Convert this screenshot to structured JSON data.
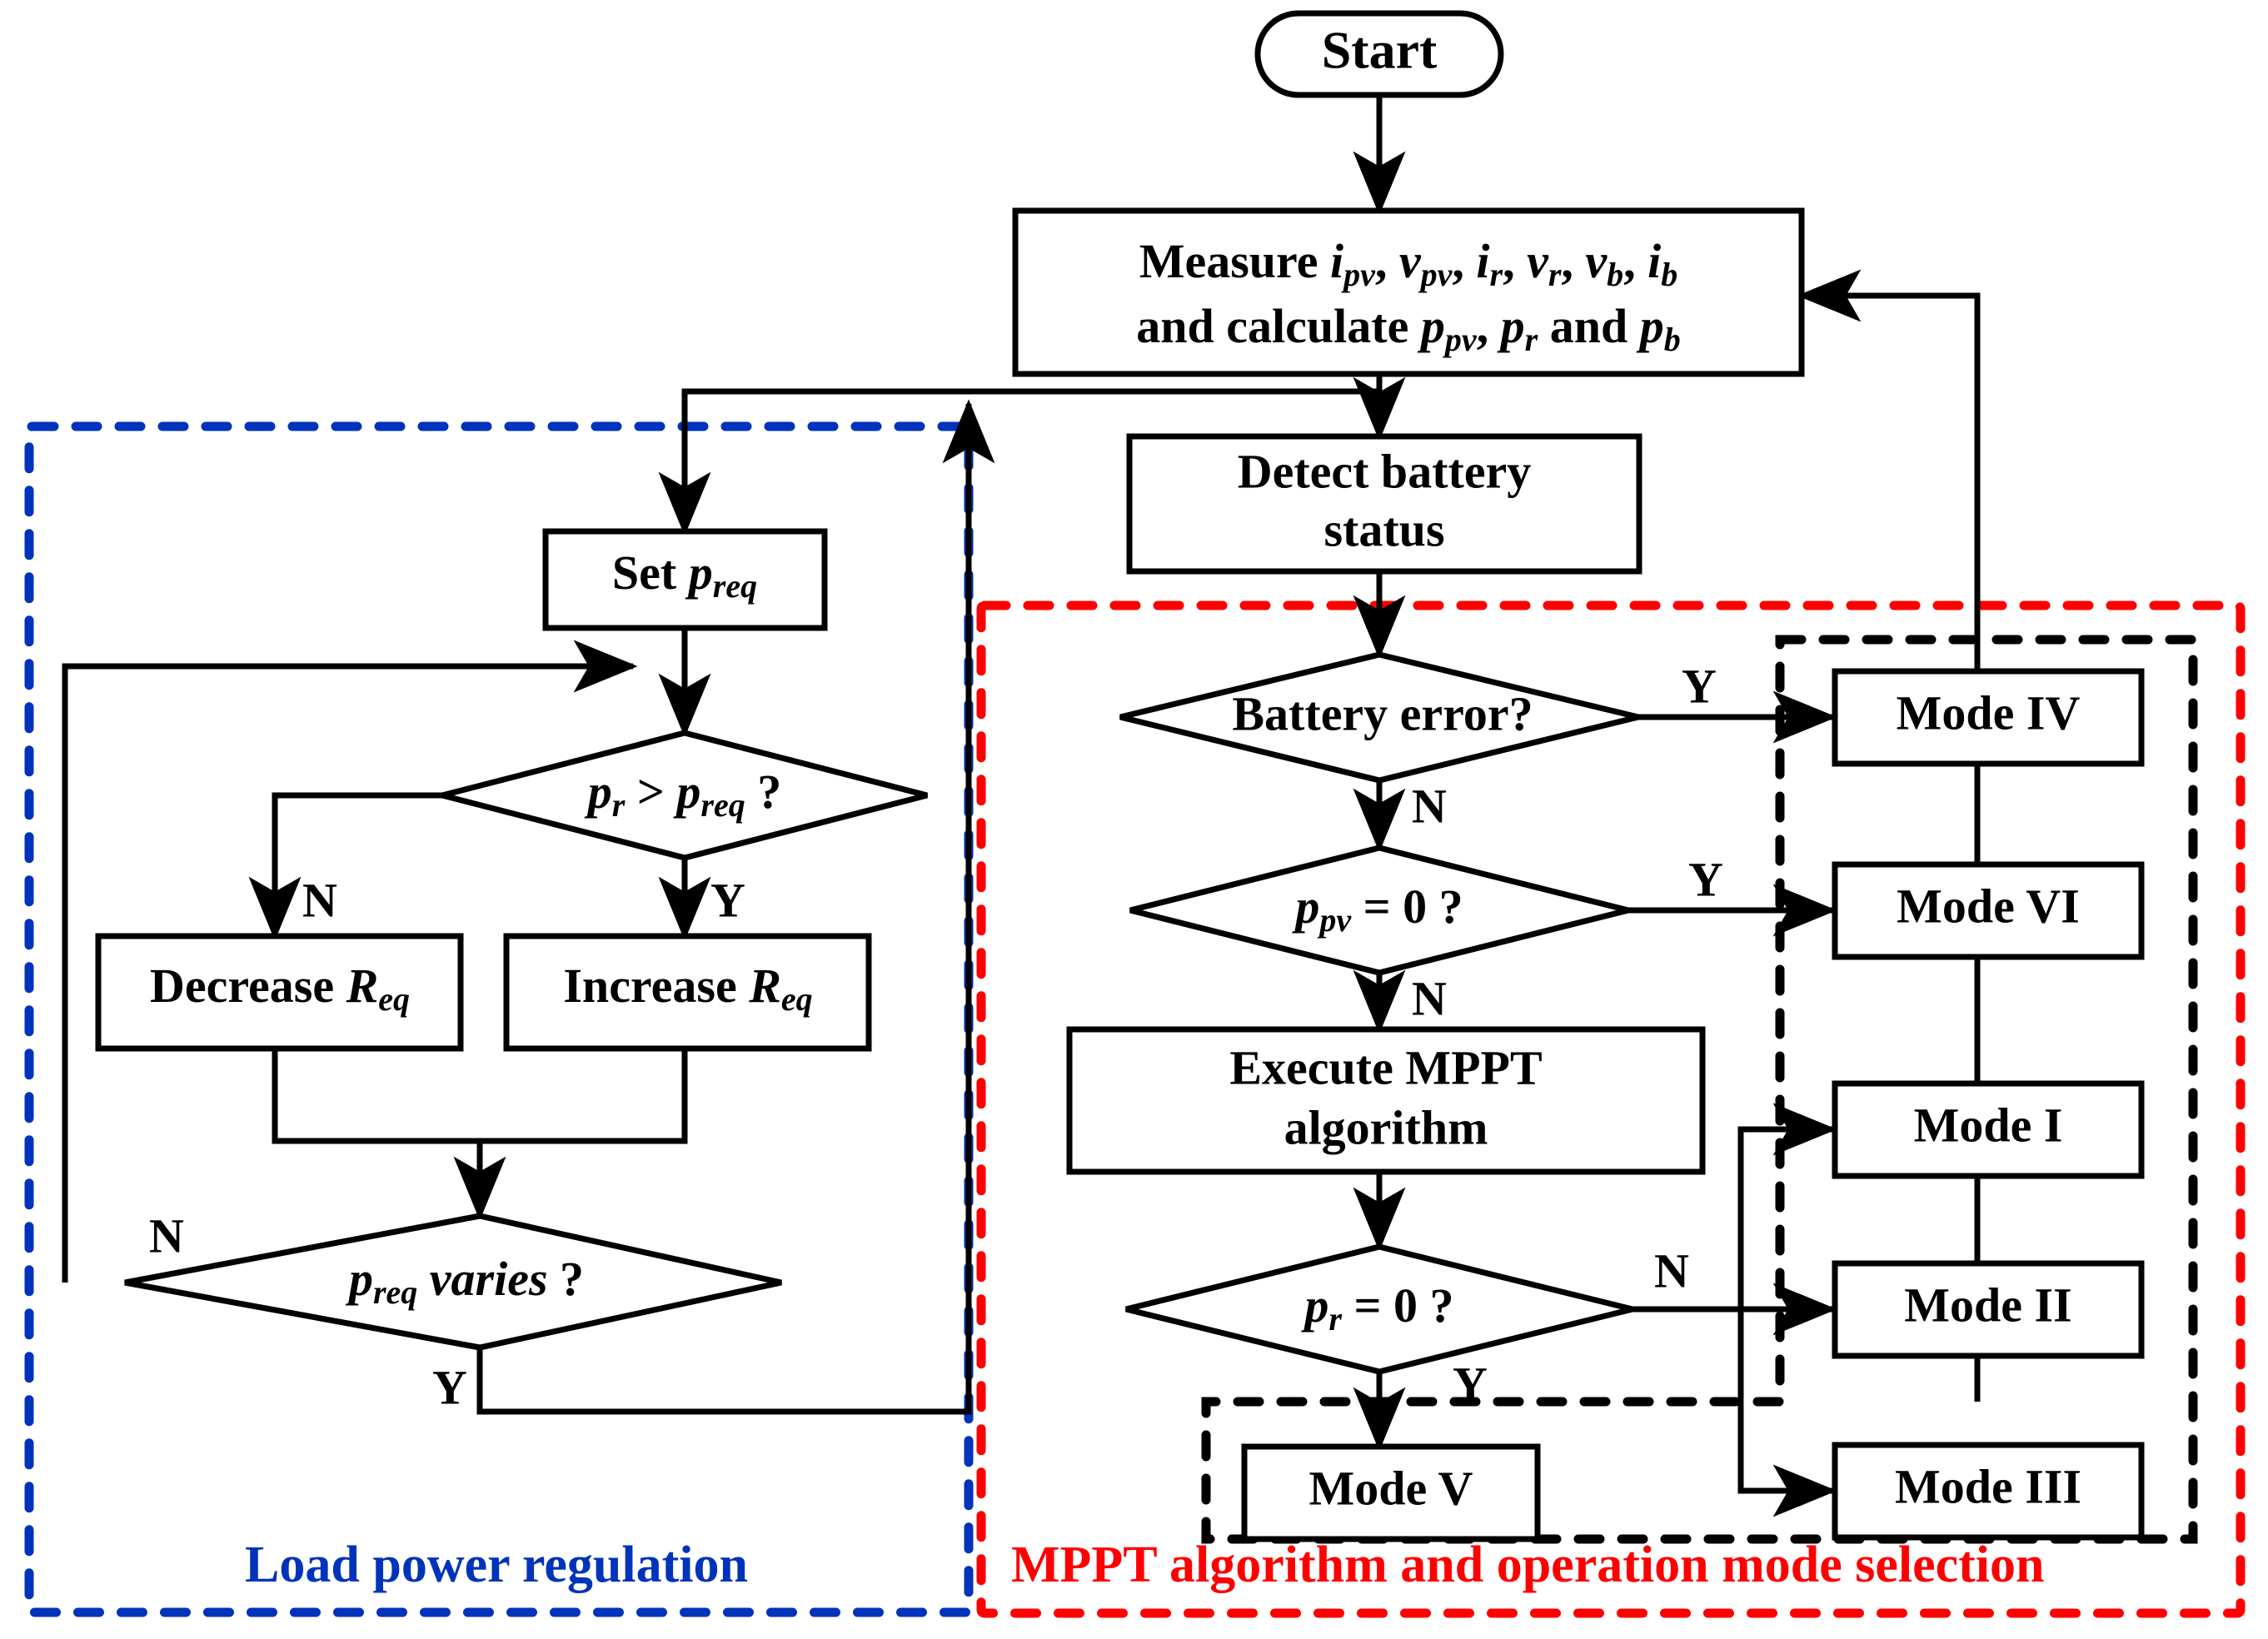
{
  "diagram": {
    "title": "MPPT and load power regulation flowchart",
    "colors": {
      "blue": "#0033BB",
      "red": "#FF0000",
      "black": "#000000",
      "bg": "#FFFFFF"
    }
  },
  "nodes": {
    "start": {
      "label": "Start",
      "shape": "terminator"
    },
    "measure": {
      "line1_prefix": "Measure ",
      "line1_vars": "i",
      "shape": "process",
      "line1_full": "Measure iₚᵥ, vₚᵥ, iᵣ, vᵣ, vᵇ, iᵇ",
      "line2_full": "and calculate pₚᵥ, pᵣ and pᵇ",
      "measure_word": "Measure",
      "and_calculate_word": "and calculate",
      "and_word": "and",
      "vars_measured": [
        "i_pv",
        "v_pv",
        "i_r",
        "v_r",
        "v_b",
        "i_b"
      ],
      "vars_calculated": [
        "p_pv",
        "p_r",
        "p_b"
      ]
    },
    "detect_battery": {
      "line1": "Detect battery",
      "line2": "status",
      "shape": "process"
    },
    "battery_error": {
      "label": "Battery error?",
      "shape": "decision"
    },
    "ppv_zero": {
      "base": "p",
      "sub": "pv",
      "tail": " = 0 ?",
      "shape": "decision"
    },
    "execute_mppt": {
      "line1": "Execute MPPT",
      "line2": "algorithm",
      "shape": "process"
    },
    "pr_zero": {
      "base": "p",
      "sub": "r",
      "tail": " = 0 ?",
      "shape": "decision"
    },
    "set_preq": {
      "prefix": "Set ",
      "base": "p",
      "sub": "req",
      "shape": "process"
    },
    "pr_gt_preq": {
      "base1": "p",
      "sub1": "r",
      "mid": " > ",
      "base2": "p",
      "sub2": "req",
      "tail": " ?",
      "shape": "decision"
    },
    "decrease_req": {
      "prefix": "Decrease ",
      "base": "R",
      "sub": "eq",
      "shape": "process"
    },
    "increase_req": {
      "prefix": "Increase ",
      "base": "R",
      "sub": "eq",
      "shape": "process"
    },
    "preq_varies": {
      "base": "p",
      "sub": "req",
      "mid": " varies",
      "tail": " ?",
      "shape": "decision"
    },
    "mode_i": {
      "label": "Mode I",
      "shape": "process"
    },
    "mode_ii": {
      "label": "Mode II",
      "shape": "process"
    },
    "mode_iii": {
      "label": "Mode III",
      "shape": "process"
    },
    "mode_iv": {
      "label": "Mode IV",
      "shape": "process"
    },
    "mode_v": {
      "label": "Mode V",
      "shape": "process"
    },
    "mode_vi": {
      "label": "Mode VI",
      "shape": "process"
    }
  },
  "branch_labels": {
    "battery_error_yes": "Y",
    "battery_error_no": "N",
    "ppv_zero_yes": "Y",
    "ppv_zero_no": "N",
    "pr_zero_no": "N",
    "pr_zero_yes": "Y",
    "pr_gt_preq_no": "N",
    "pr_gt_preq_yes": "Y",
    "preq_varies_no": "N",
    "preq_varies_yes": "Y"
  },
  "groups": {
    "load_power": {
      "label": "Load power regulation",
      "color": "#0033BB"
    },
    "mppt": {
      "label": "MPPT algorithm and operation mode selection",
      "color": "#FF0000"
    }
  }
}
